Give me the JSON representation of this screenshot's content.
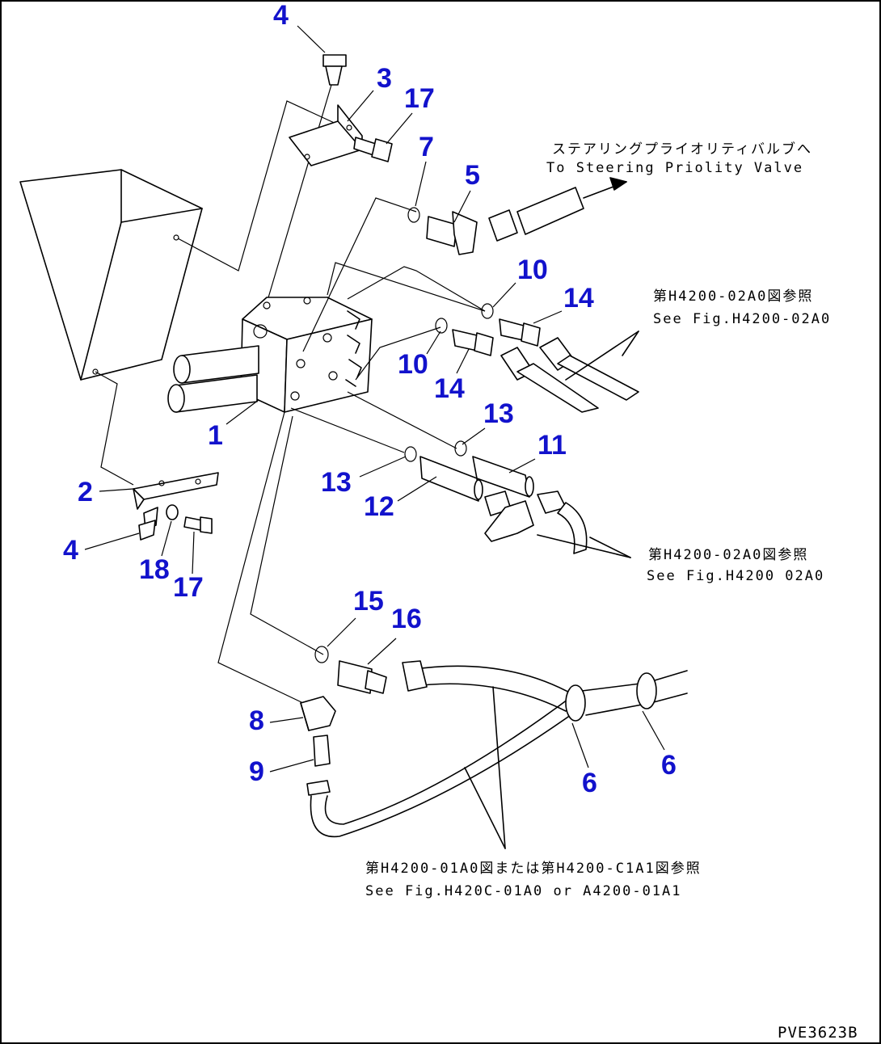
{
  "drawing_code": "PVE3623B",
  "callouts": [
    "4",
    "3",
    "17",
    "7",
    "5",
    "10",
    "14",
    "10",
    "14",
    "1",
    "13",
    "11",
    "13",
    "12",
    "2",
    "4",
    "18",
    "17",
    "15",
    "16",
    "8",
    "9",
    "6",
    "6"
  ],
  "notes": {
    "steering_jp": "ステアリングプライオリティバルブへ",
    "steering_en": "To Steering Priolity Valve",
    "ref1_jp": "第H4200-02A0図参照",
    "ref1_en": "See Fig.H4200-02A0",
    "ref2_jp": "第H4200-02A0図参照",
    "ref2_en": "See Fig.H4200 02A0",
    "ref3_jp": "第H4200-01A0図または第H4200-C1A1図参照",
    "ref3_en": "See Fig.H420C-01A0 or A4200-01A1"
  }
}
